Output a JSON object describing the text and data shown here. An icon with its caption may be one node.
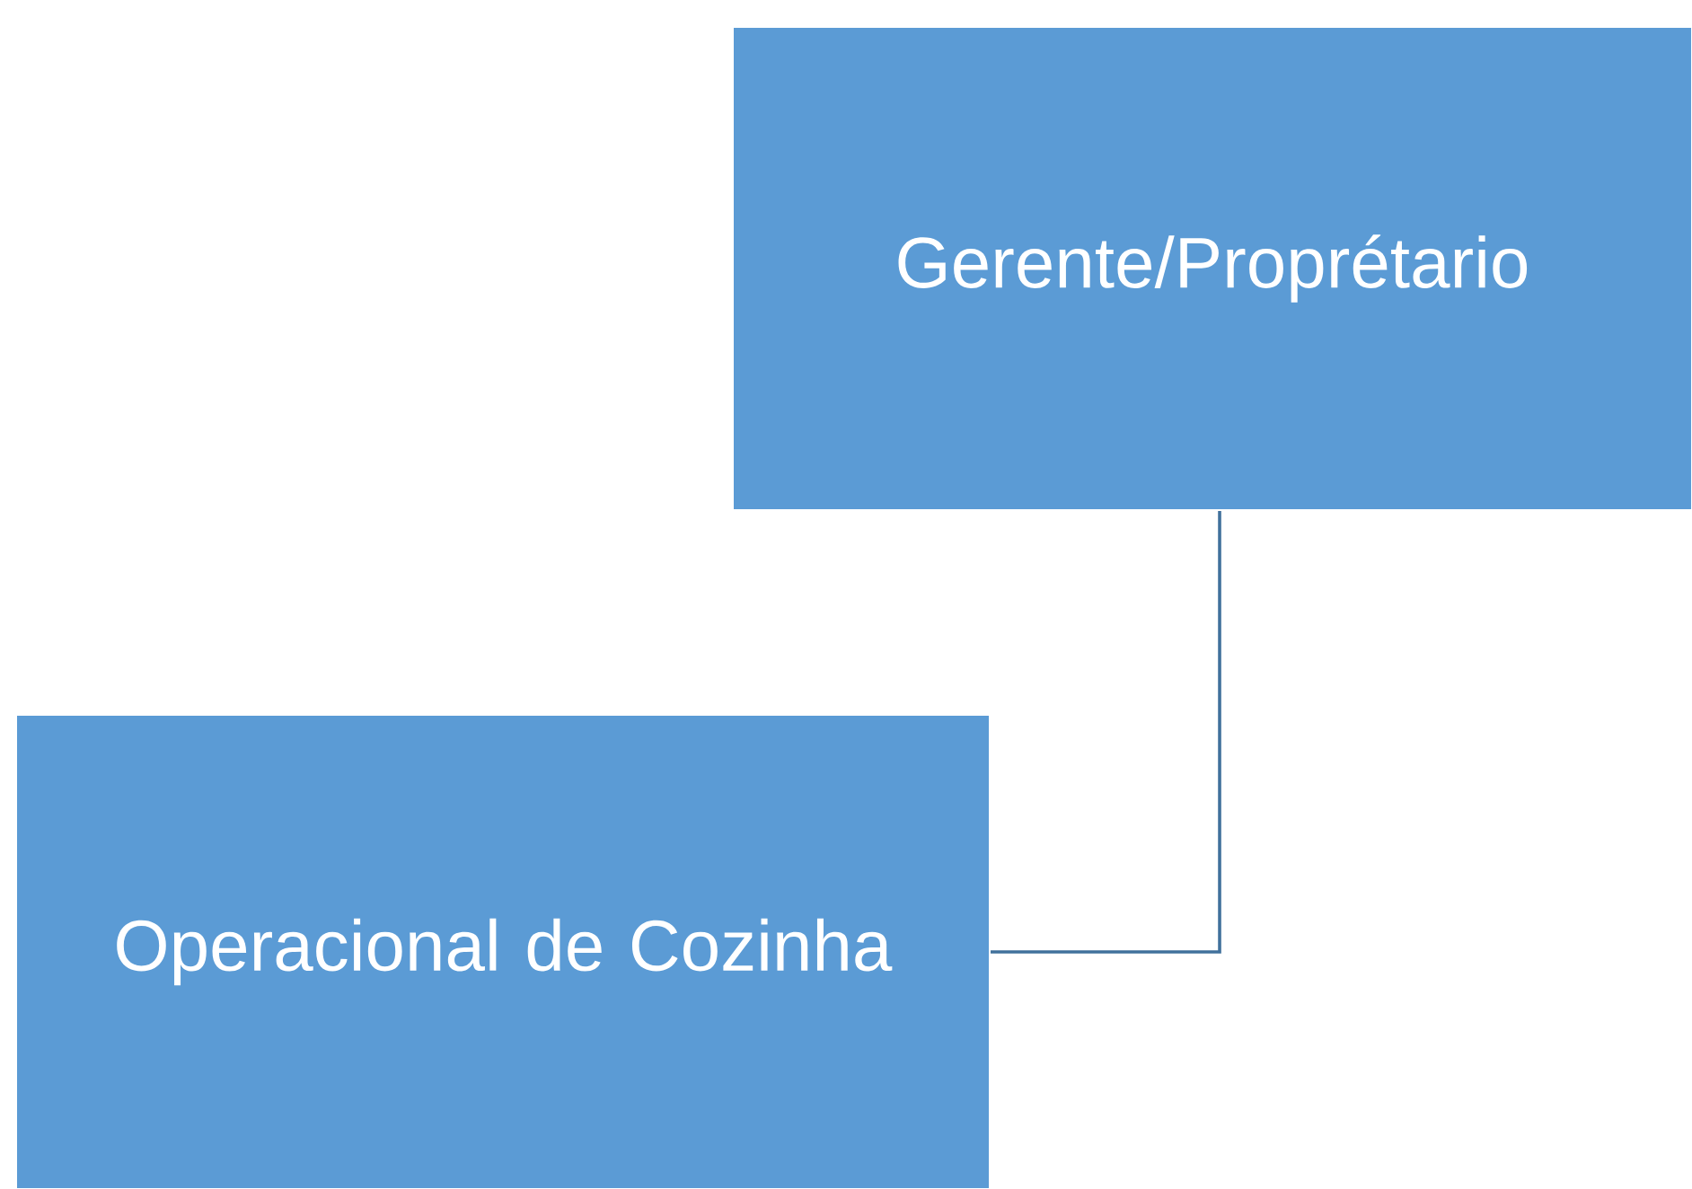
{
  "diagram": {
    "nodes": [
      {
        "text": [
          "Gerente/Proprétario"
        ]
      },
      {
        "text": [
          "Operacional de Cozinha"
        ]
      }
    ],
    "edges": [
      {
        "from": 0,
        "to": 1,
        "arrow": "none"
      }
    ]
  }
}
